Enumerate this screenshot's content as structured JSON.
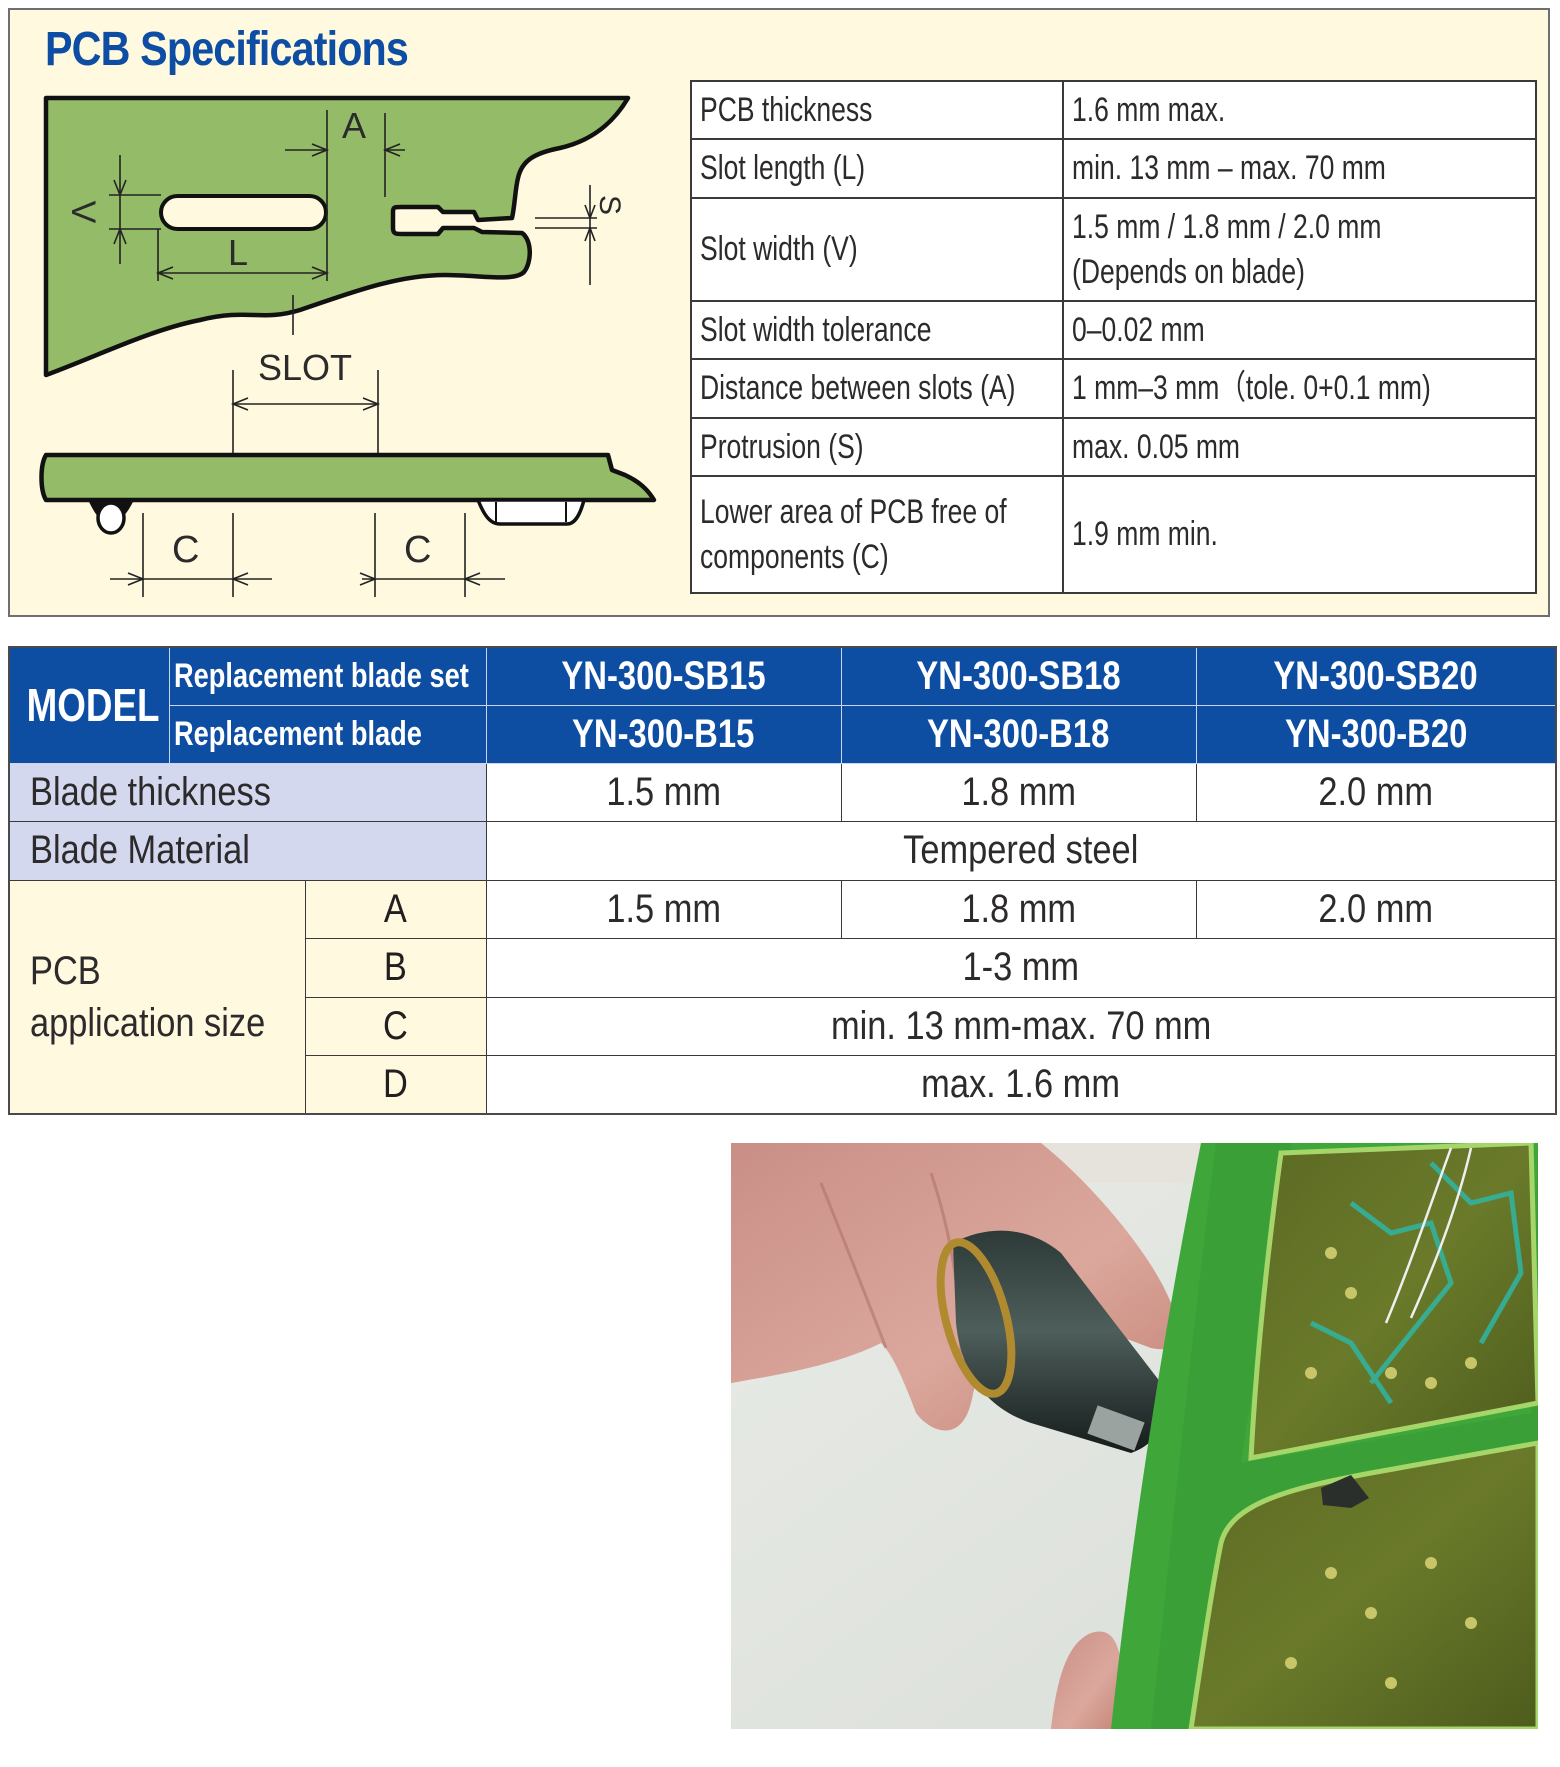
{
  "pcb_specifications": {
    "title": "PCB Specifications",
    "diagram": {
      "labels": {
        "a": "A",
        "v": "V",
        "l": "L",
        "s": "S",
        "slot": "SLOT",
        "c_left": "C",
        "c_right": "C"
      }
    },
    "table": [
      {
        "label": "PCB thickness",
        "value": "1.6 mm max."
      },
      {
        "label": "Slot length (L)",
        "value": "min. 13 mm – max. 70 mm"
      },
      {
        "label": "Slot width (V)",
        "value_line1": "1.5 mm / 1.8 mm / 2.0 mm",
        "value_line2": "(Depends on blade)"
      },
      {
        "label": "Slot width tolerance",
        "value": "0–0.02 mm"
      },
      {
        "label": "Distance between slots (A)",
        "value": "1 mm–3 mm（tole. 0+0.1 mm)"
      },
      {
        "label": "Protrusion (S)",
        "value": "max. 0.05 mm"
      },
      {
        "label_line1": "Lower area of PCB free of",
        "label_line2": "components (C)",
        "value": "1.9 mm min."
      }
    ]
  },
  "model_table": {
    "model_label": "MODEL",
    "blade_set_label": "Replacement blade set",
    "blade_label": "Replacement blade",
    "models": [
      {
        "blade_set": "YN-300-SB15",
        "blade": "YN-300-B15",
        "thickness": "1.5 mm",
        "app_a": "1.5 mm"
      },
      {
        "blade_set": "YN-300-SB18",
        "blade": "YN-300-B18",
        "thickness": "1.8 mm",
        "app_a": "1.8 mm"
      },
      {
        "blade_set": "YN-300-SB20",
        "blade": "YN-300-B20",
        "thickness": "2.0 mm",
        "app_a": "2.0 mm"
      }
    ],
    "blade_thickness_label": "Blade thickness",
    "blade_material_label": "Blade Material",
    "blade_material_value": "Tempered steel",
    "pcb_app_label_line1": "PCB",
    "pcb_app_label_line2": "application size",
    "app_rows": [
      {
        "letter": "A"
      },
      {
        "letter": "B",
        "value": "1-3 mm"
      },
      {
        "letter": "C",
        "value": "min. 13 mm-max. 70 mm"
      },
      {
        "letter": "D",
        "value": "max. 1.6 mm"
      }
    ]
  },
  "photo": {
    "description": "Hand holding deburring tool against green PCB slot"
  },
  "colors": {
    "title_blue": "#0e4da4",
    "header_blue": "#0d4da2",
    "cream_bg": "#fef9df",
    "lavender": "#d4d8ee",
    "pcb_green": "#94bb68"
  }
}
